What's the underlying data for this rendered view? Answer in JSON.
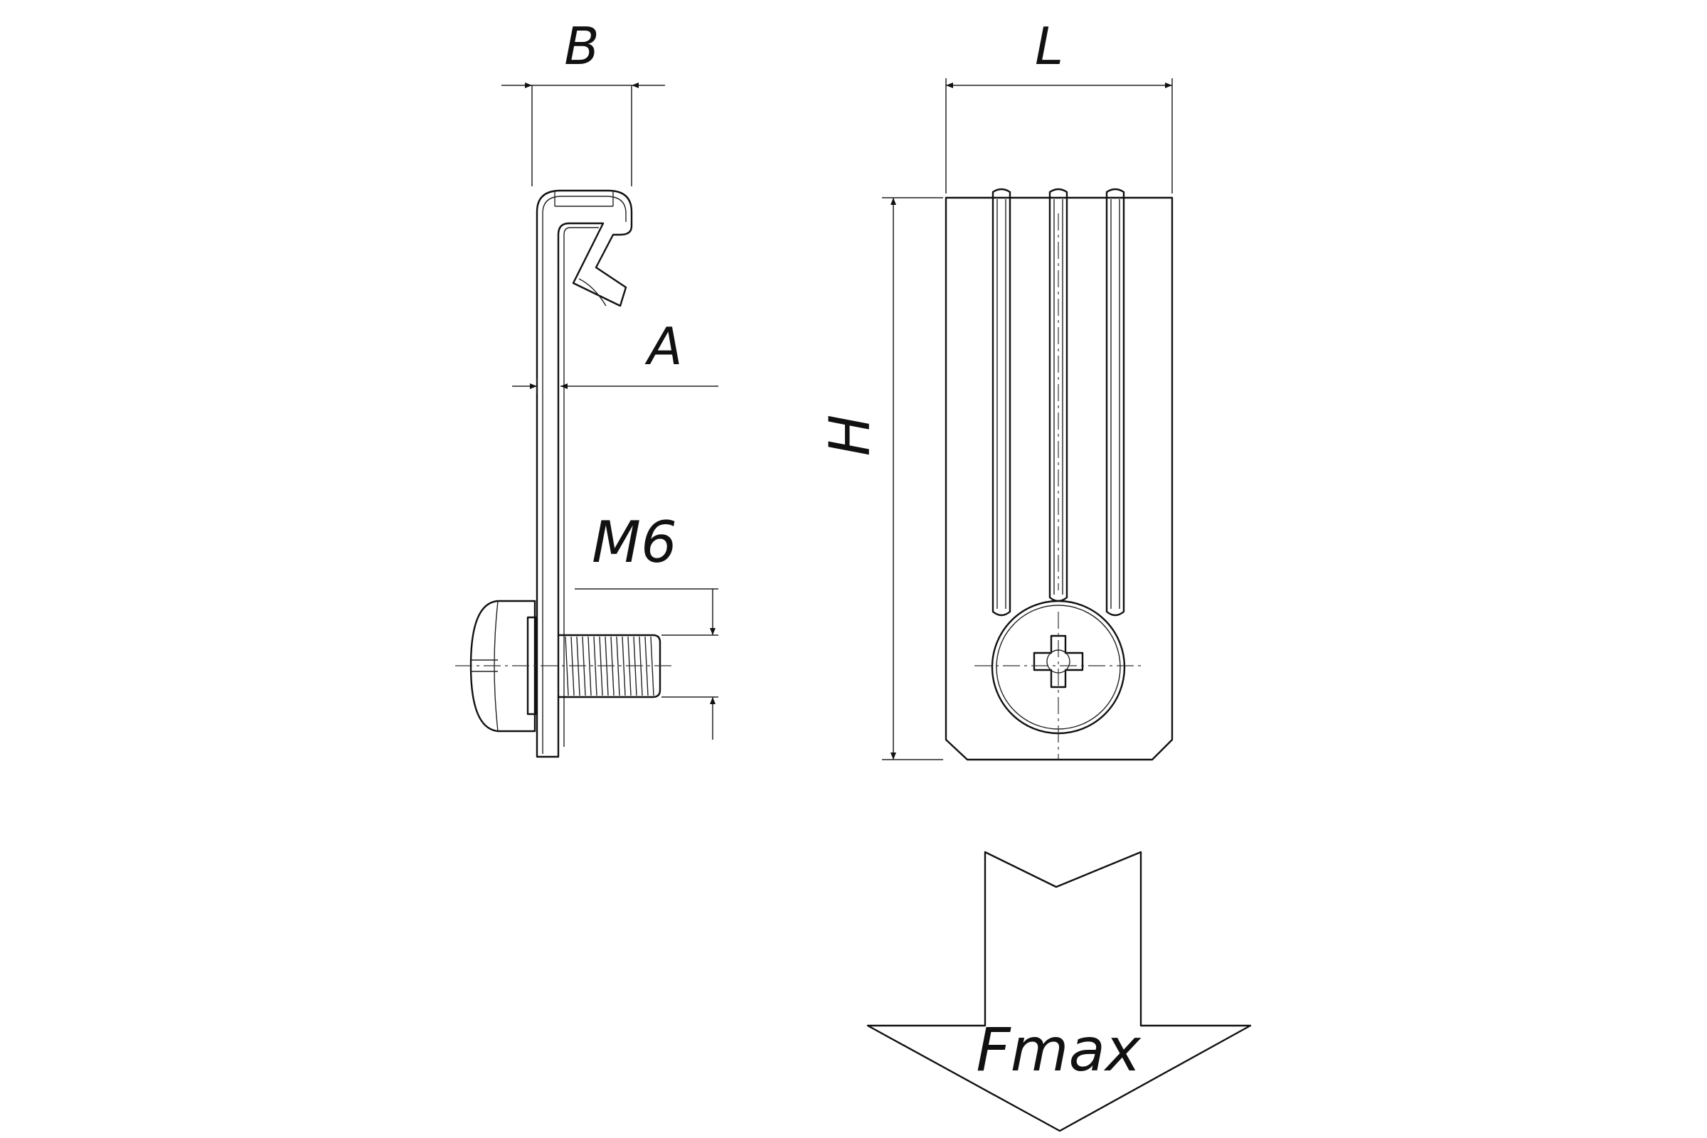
{
  "drawing": {
    "labels": {
      "B": "B",
      "L": "L",
      "A": "A",
      "H": "H",
      "M6": "M6",
      "Fmax": "Fmax"
    },
    "line_color": "#111111",
    "background": "#ffffff"
  }
}
